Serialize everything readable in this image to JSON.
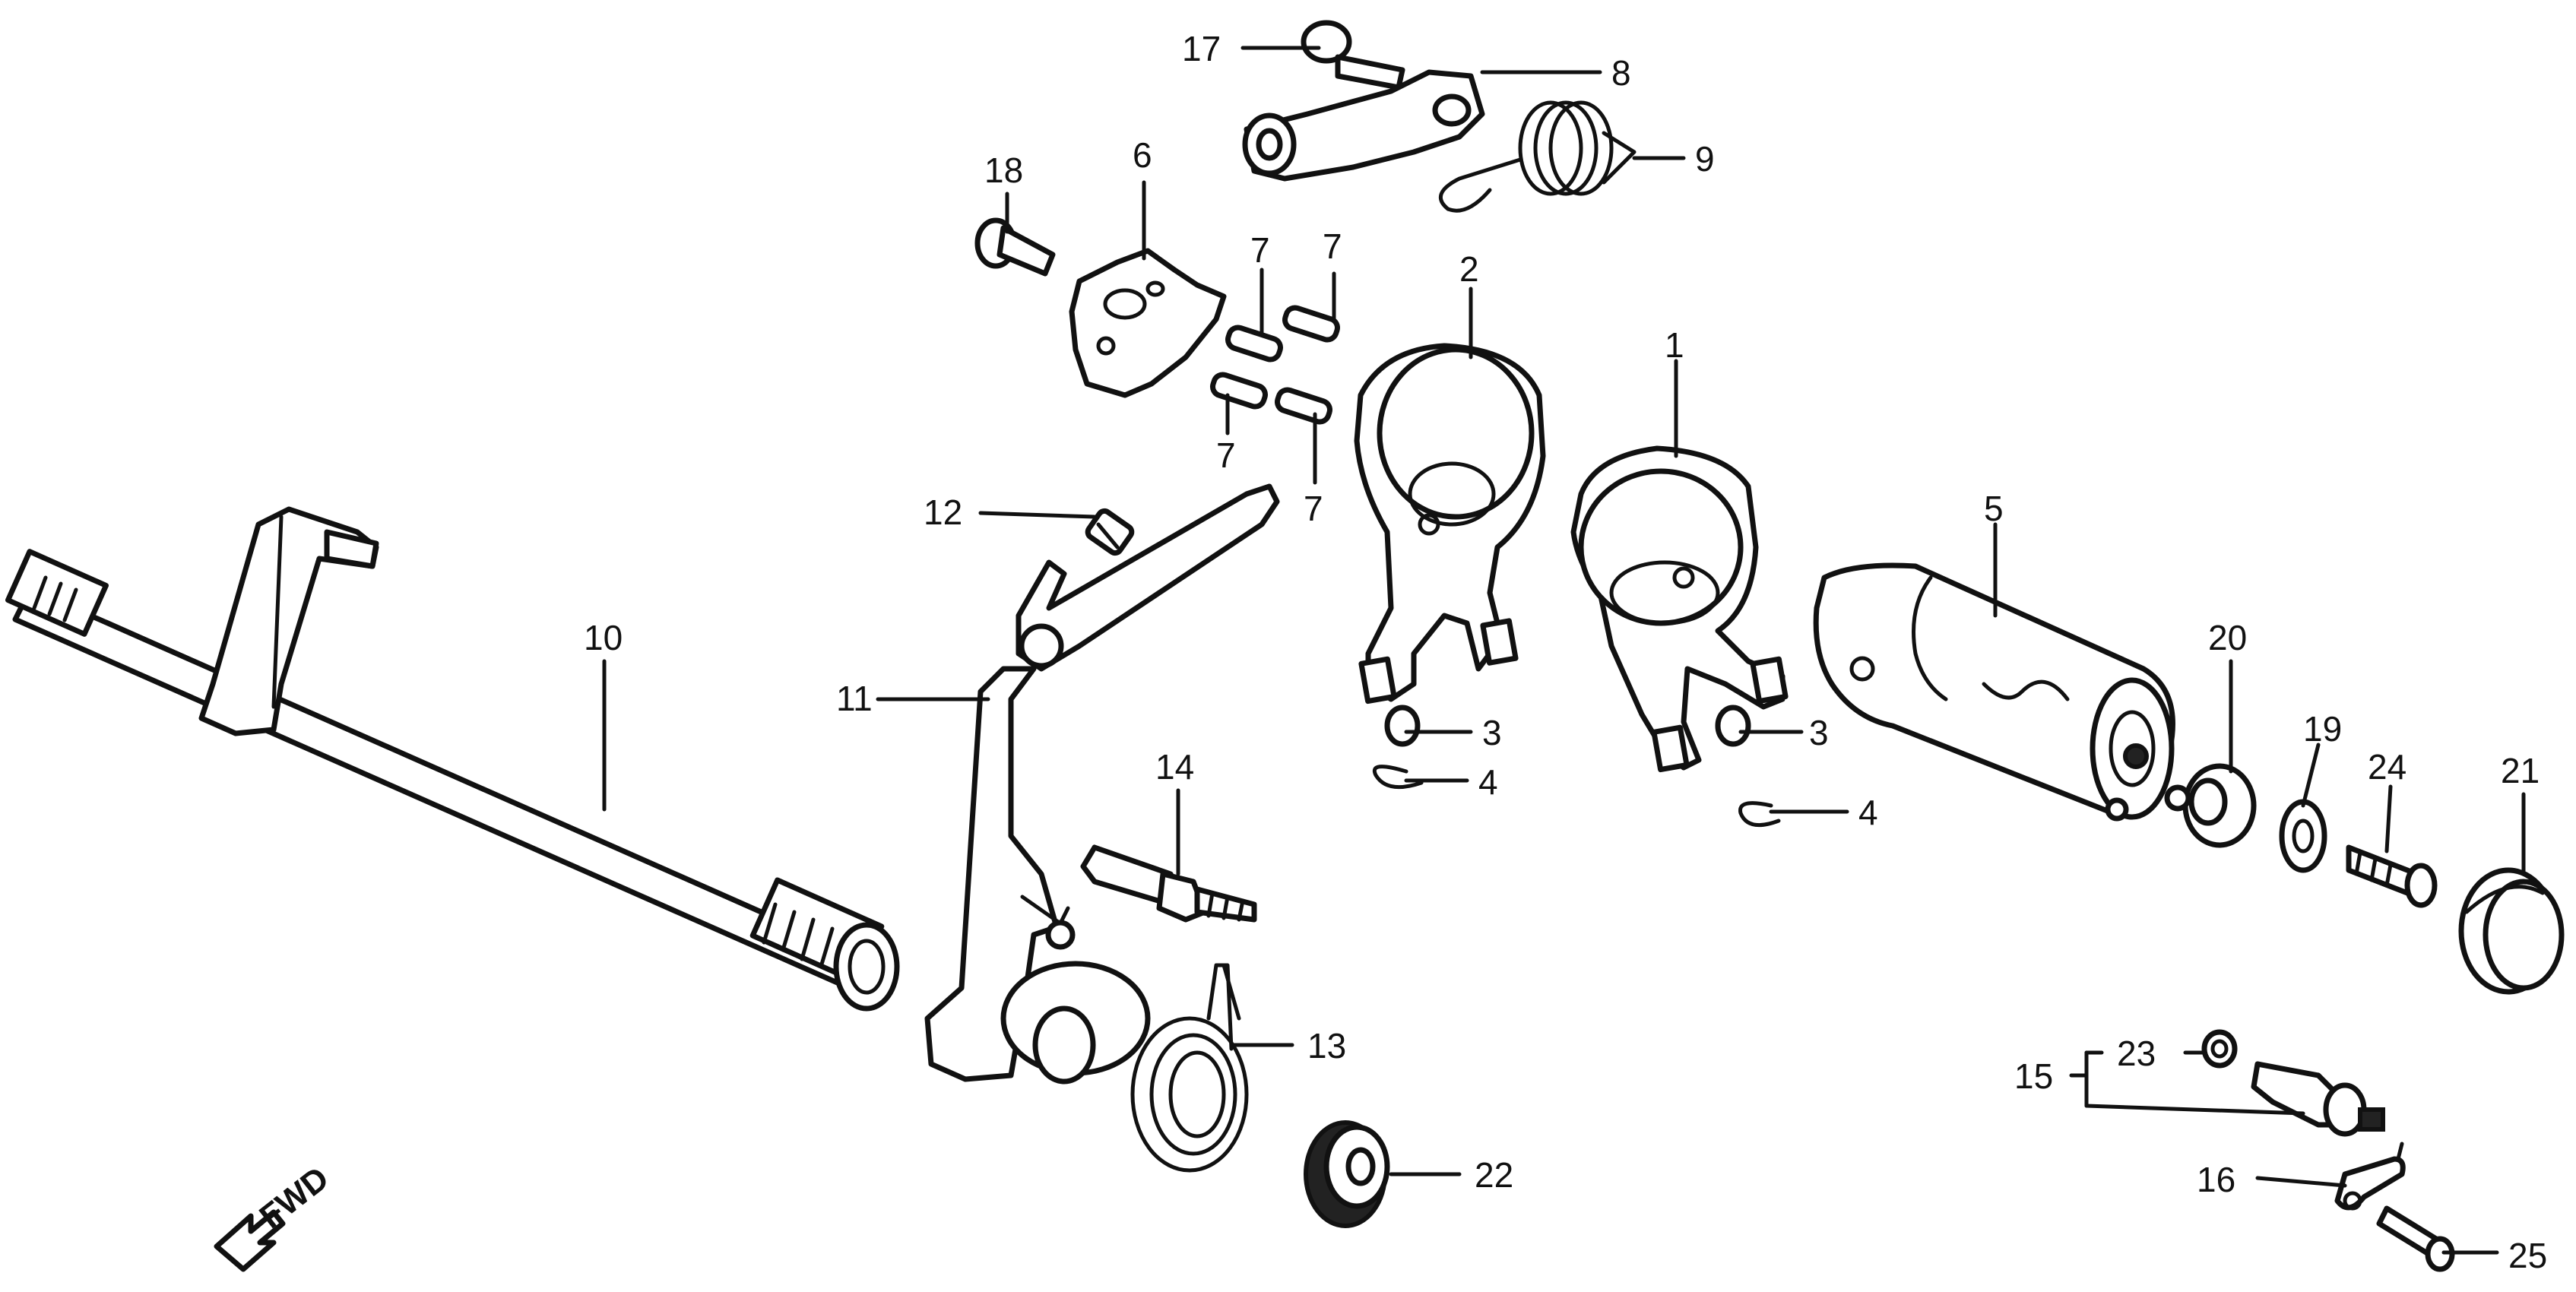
{
  "diagram": {
    "orientation_label": "FWD",
    "callouts": {
      "c1": "1",
      "c2": "2",
      "c3a": "3",
      "c3b": "3",
      "c4a": "4",
      "c4b": "4",
      "c5": "5",
      "c6": "6",
      "c7a": "7",
      "c7b": "7",
      "c7c": "7",
      "c7d": "7",
      "c8": "8",
      "c9": "9",
      "c10": "10",
      "c11": "11",
      "c12": "12",
      "c13": "13",
      "c14": "14",
      "c15": "15",
      "c16": "16",
      "c17": "17",
      "c18": "18",
      "c19": "19",
      "c20": "20",
      "c21": "21",
      "c22": "22",
      "c23": "23",
      "c24": "24",
      "c25": "25"
    }
  }
}
